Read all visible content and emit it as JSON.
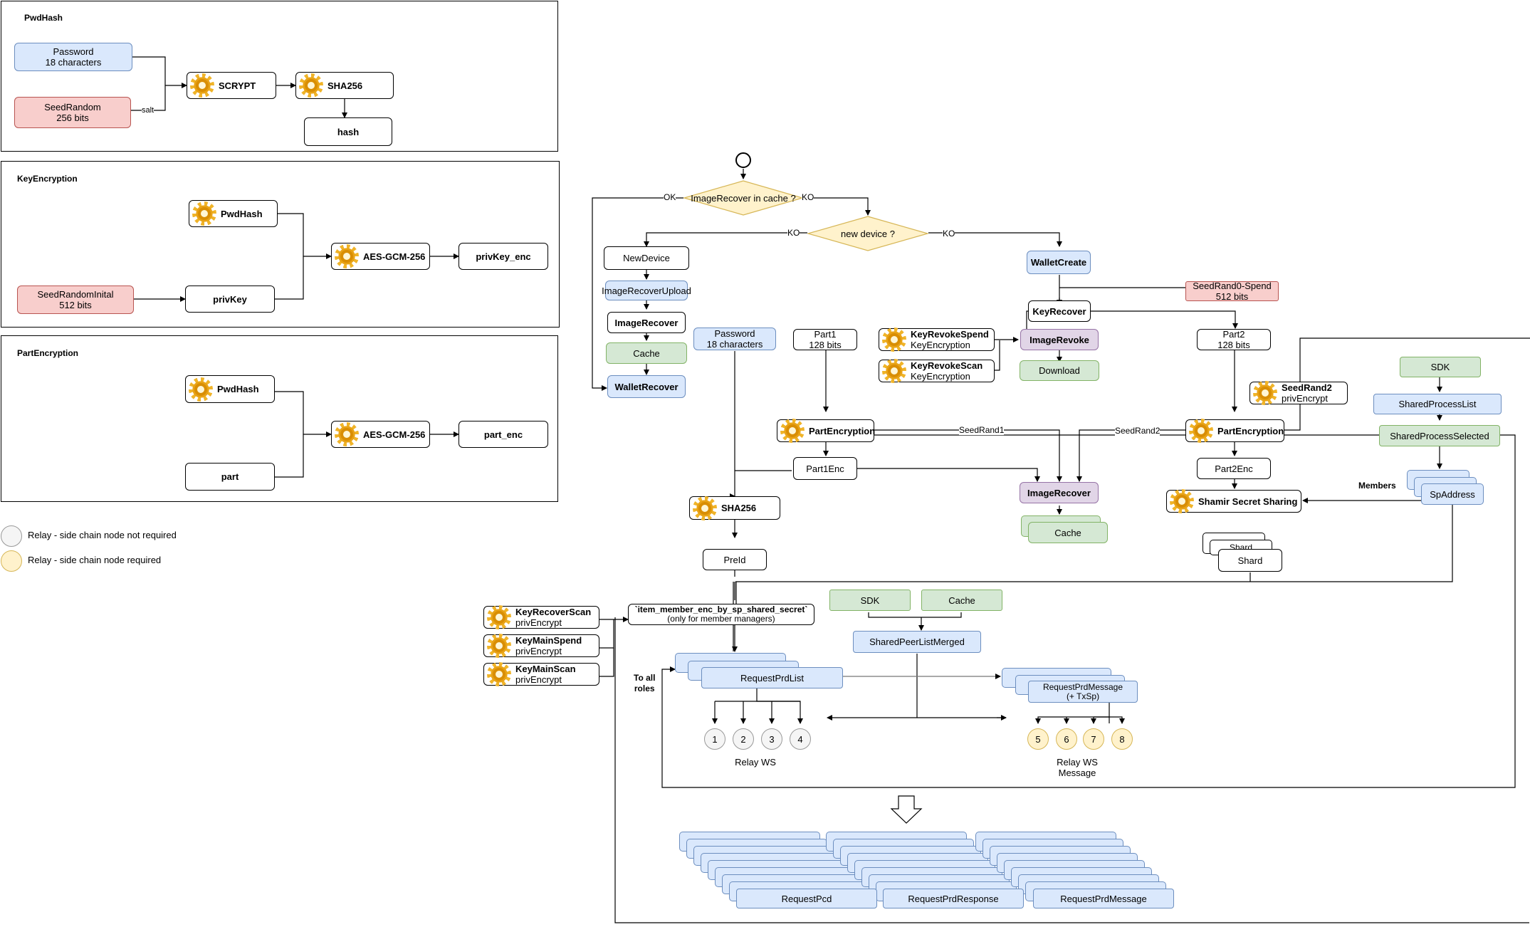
{
  "frames": {
    "pwdhash": "PwdHash",
    "keyenc": "KeyEncryption",
    "partenc": "PartEncryption"
  },
  "nodes": {
    "password": {
      "l1": "Password",
      "l2": "18 characters"
    },
    "seedrandom": {
      "l1": "SeedRandom",
      "l2": "256 bits"
    },
    "salt": "salt",
    "scrypt": "SCRYPT",
    "sha256_a": "SHA256",
    "hash": "hash",
    "ke_pwdhash": "PwdHash",
    "aes1": "AES-GCM-256",
    "privkey_enc": "privKey_enc",
    "seedinit": {
      "l1": "SeedRandomInital",
      "l2": "512 bits"
    },
    "privkey": "privKey",
    "pe_pwdhash": "PwdHash",
    "aes2": "AES-GCM-256",
    "part_enc": "part_enc",
    "part": "part",
    "newdevice": "NewDevice",
    "imgrecupload": "ImageRecoverUpload",
    "imagerecover_l": "ImageRecover",
    "cache_l": "Cache",
    "walletrecover": "WalletRecover",
    "password2": {
      "l1": "Password",
      "l2": "18 characters"
    },
    "walletcreate": "WalletCreate",
    "seedrand0": {
      "l1": "SeedRand0-Spend",
      "l2": "512 bits"
    },
    "keyrecover": "KeyRecover",
    "part1": {
      "l1": "Part1",
      "l2": "128 bits"
    },
    "part2": {
      "l1": "Part2",
      "l2": "128 bits"
    },
    "krspend": {
      "l1": "KeyRevokeSpend",
      "l2": "KeyEncryption"
    },
    "krscan": {
      "l1": "KeyRevokeScan",
      "l2": "KeyEncryption"
    },
    "imagerevoke": "ImageRevoke",
    "download": "Download",
    "partenc1": "PartEncryption",
    "partenc2": "PartEncryption",
    "part1enc": "Part1Enc",
    "part2enc": "Part2Enc",
    "seedrand2": {
      "l1": "SeedRand2",
      "l2": "privEncrypt"
    },
    "imagerecover_c": "ImageRecover",
    "cache_c": "Cache",
    "sha256_b": "SHA256",
    "preid": "PreId",
    "shamir": "Shamir Secret Sharing",
    "shard_back": "Shard",
    "shard": "Shard",
    "sdk_r": "SDK",
    "spl": "SharedProcessList",
    "sps": "SharedProcessSelected",
    "members": "Members",
    "spaddress": "SpAddress",
    "item": {
      "l1": "`item_member_enc_by_sp_shared_secret`",
      "l2": "(only for member managers)"
    },
    "krscan2": {
      "l1": "KeyRecoverScan",
      "l2": "privEncrypt"
    },
    "kmspend": {
      "l1": "KeyMainSpend",
      "l2": "privEncrypt"
    },
    "kmscan": {
      "l1": "KeyMainScan",
      "l2": "privEncrypt"
    },
    "sdk_b": "SDK",
    "cache_b": "Cache",
    "spm": "SharedPeerListMerged",
    "toall": {
      "l1": "To all",
      "l2": "roles"
    },
    "rpl": "RequestPrdList",
    "rpm": {
      "l1": "RequestPrdMessage",
      "l2": "(+ TxSp)"
    },
    "relayws": "Relay WS",
    "relaywsmsg": {
      "l1": "Relay WS",
      "l2": "Message"
    },
    "requestpcd": "RequestPcd",
    "requestprdresponse": "RequestPrdResponse",
    "requestprdmessage": "RequestPrdMessage"
  },
  "decisions": {
    "d1": "ImageRecover in cache ?",
    "d2": "new device ?"
  },
  "edge_labels": {
    "ok": "OK",
    "ko1": "KO",
    "ko2": "KO",
    "ko3": "KO",
    "seedrand1": "SeedRand1",
    "seedrand2": "SeedRand2"
  },
  "relays": {
    "white": [
      "1",
      "2",
      "3",
      "4"
    ],
    "yellow": [
      "5",
      "6",
      "7",
      "8"
    ]
  },
  "legend": {
    "not_required": "Relay - side chain node not required",
    "required": "Relay - side chain node required"
  },
  "colors": {
    "blue": "#dae8fc",
    "red": "#f8cecc",
    "green": "#d5e8d4",
    "purple": "#e1d5e7",
    "yellow": "#fff2cc"
  }
}
